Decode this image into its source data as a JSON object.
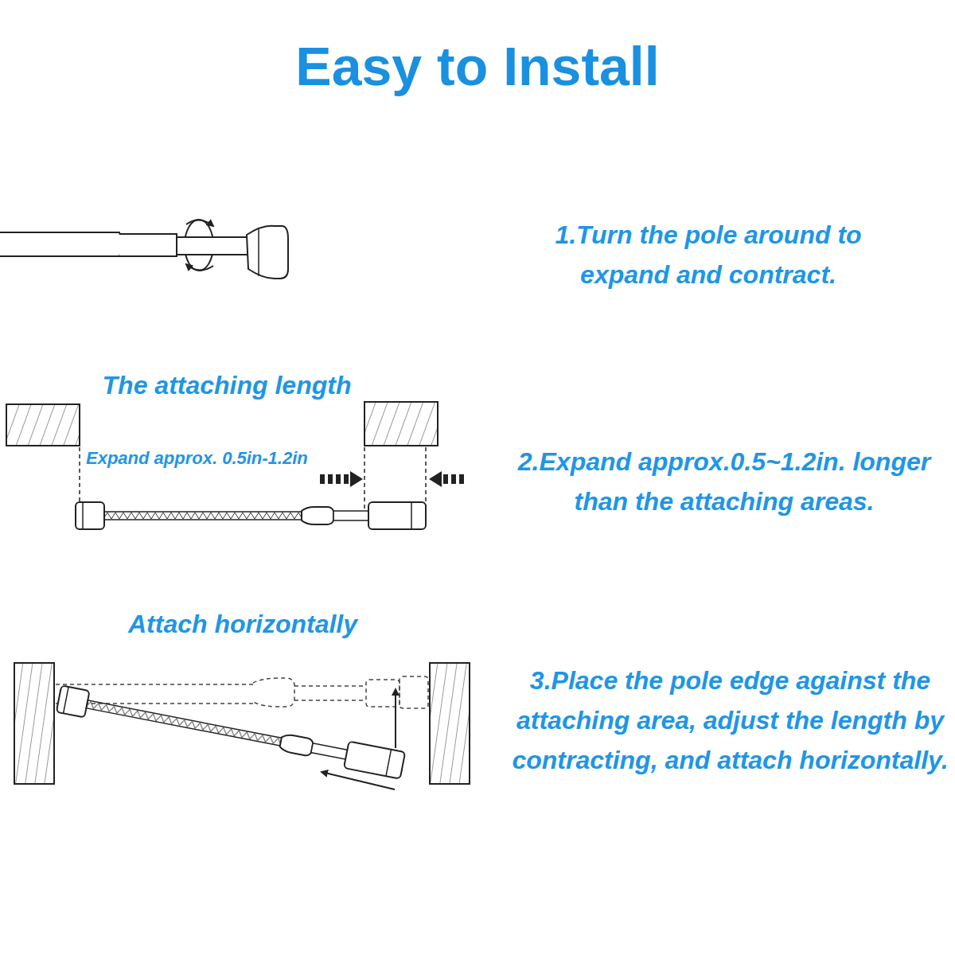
{
  "diagram": {
    "title": "Easy to Install",
    "labels": [
      "1.Turn the pole around to expand and contract.",
      "The attaching length",
      "Expand approx. 0.5in-1.2in",
      "2.Expand approx.0.5~1.2in. longer than the attaching areas.",
      "Attach horizontally",
      "3.Place the pole edge against the attaching area, adjust the length by contracting, and attach horizontally."
    ]
  }
}
